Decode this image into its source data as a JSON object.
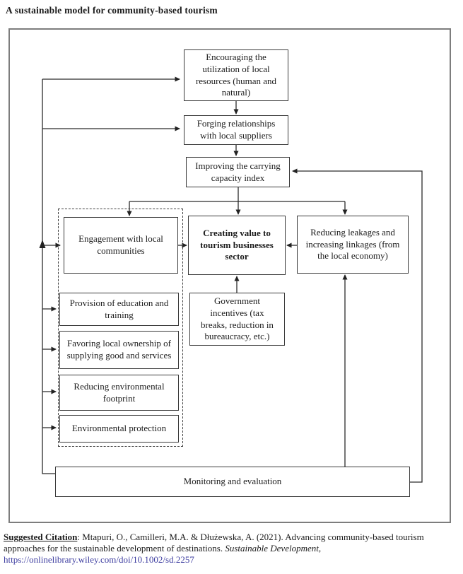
{
  "title": "A sustainable model for community-based tourism",
  "diagram": {
    "boxes": {
      "encouraging": "Encouraging the\nutilization of local\nresources (human and\nnatural)",
      "forging": "Forging relationships\nwith local suppliers",
      "improving": "Improving the carrying\ncapacity index",
      "engagement": "Engagement with local\ncommunities",
      "creating_value": "Creating value to\ntourism businesses\nsector",
      "leakages": "Reducing leakages and\nincreasing linkages (from\nthe local economy)",
      "government": "Government\nincentives (tax\nbreaks, reduction in\nbureaucracy, etc.)",
      "education": "Provision of education and\ntraining",
      "ownership": "Favoring local ownership of\nsupplying good and services",
      "footprint": "Reducing environmental\nfootprint",
      "protection": "Environmental protection",
      "monitoring": "Monitoring and evaluation"
    },
    "line_color": "#2b2b2b"
  },
  "citation": {
    "label": "Suggested Citation",
    "text": ": Mtapuri, O.,  Camilleri, M.A. & Dłużewska, A. (2021). Advancing community-based tourism approaches for the sustainable development of destinations. ",
    "journal": "Sustainable Development,",
    "url": "https://onlinelibrary.wiley.com/doi/10.1002/sd.2257"
  }
}
